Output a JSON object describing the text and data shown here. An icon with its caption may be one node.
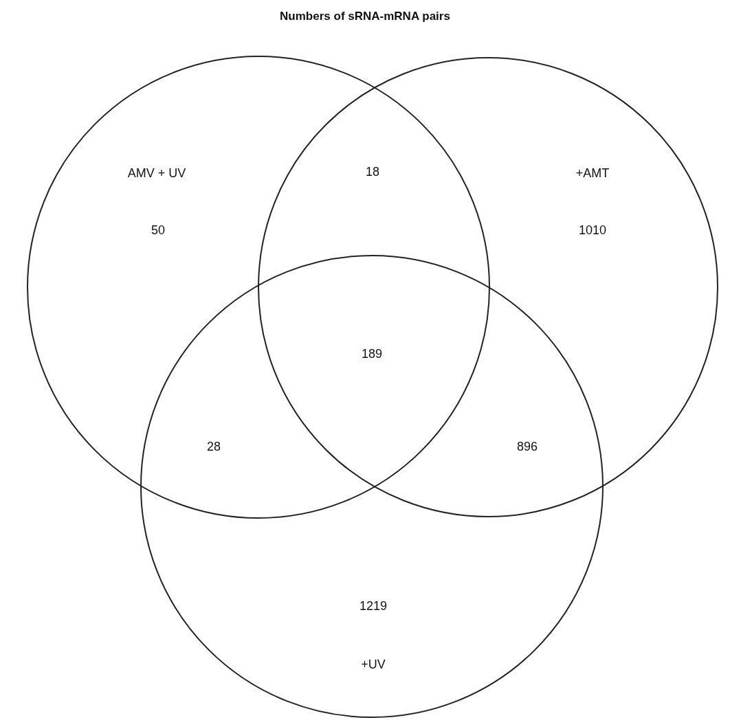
{
  "diagram": {
    "title": "Numbers of sRNA-mRNA pairs",
    "nodes": [
      {
        "text": [
          "AMV + UV",
          "50"
        ]
      },
      {
        "text": [
          "+AMT",
          "1010"
        ]
      },
      {
        "text": [
          "1219",
          "+UV"
        ]
      }
    ],
    "edges": [],
    "labels": [
      "18",
      "189",
      "28",
      "896"
    ]
  }
}
